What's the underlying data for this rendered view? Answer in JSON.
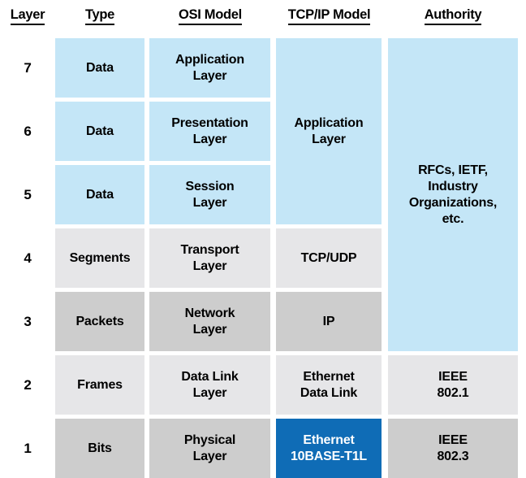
{
  "headers": [
    {
      "key": "layer",
      "label": "Layer"
    },
    {
      "key": "type",
      "label": "Type"
    },
    {
      "key": "osi",
      "label": "OSI Model"
    },
    {
      "key": "tcpip",
      "label": "TCP/IP Model"
    },
    {
      "key": "authority",
      "label": "Authority"
    }
  ],
  "colors": {
    "blue_fill": "#c4e6f7",
    "gray_light": "#e6e6e8",
    "gray_dark": "#cdcdcd",
    "accent_blue": "#0f6cb6",
    "accent_text": "#ffffff",
    "text": "#000000",
    "background": "#ffffff"
  },
  "rows": [
    {
      "layer": "7",
      "type": "Data",
      "osi_line1": "Application",
      "osi_line2": "Layer"
    },
    {
      "layer": "6",
      "type": "Data",
      "osi_line1": "Presentation",
      "osi_line2": "Layer"
    },
    {
      "layer": "5",
      "type": "Data",
      "osi_line1": "Session",
      "osi_line2": "Layer"
    },
    {
      "layer": "4",
      "type": "Segments",
      "osi_line1": "Transport",
      "osi_line2": "Layer"
    },
    {
      "layer": "3",
      "type": "Packets",
      "osi_line1": "Network",
      "osi_line2": "Layer"
    },
    {
      "layer": "2",
      "type": "Frames",
      "osi_line1": "Data Link",
      "osi_line2": "Layer"
    },
    {
      "layer": "1",
      "type": "Bits",
      "osi_line1": "Physical",
      "osi_line2": "Layer"
    }
  ],
  "tcpip": {
    "application_line1": "Application",
    "application_line2": "Layer",
    "transport": "TCP/UDP",
    "internet": "IP",
    "datalink_line1": "Ethernet",
    "datalink_line2": "Data Link",
    "physical_line1": "Ethernet",
    "physical_line2": "10BASE-T1L"
  },
  "authority": {
    "upper_line1": "RFCs, IETF,",
    "upper_line2": "Industry",
    "upper_line3": "Organizations,",
    "upper_line4": "etc.",
    "layer2_line1": "IEEE",
    "layer2_line2": "802.1",
    "layer1_line1": "IEEE",
    "layer1_line2": "802.3"
  },
  "chart_data": {
    "type": "table",
    "title": "OSI Model vs TCP/IP Model layer comparison",
    "columns": [
      "Layer",
      "Type",
      "OSI Model",
      "TCP/IP Model",
      "Authority"
    ],
    "rows": [
      [
        "7",
        "Data",
        "Application Layer",
        "Application Layer",
        "RFCs, IETF, Industry Organizations, etc."
      ],
      [
        "6",
        "Data",
        "Presentation Layer",
        "Application Layer",
        "RFCs, IETF, Industry Organizations, etc."
      ],
      [
        "5",
        "Data",
        "Session Layer",
        "Application Layer",
        "RFCs, IETF, Industry Organizations, etc."
      ],
      [
        "4",
        "Segments",
        "Transport Layer",
        "TCP/UDP",
        "RFCs, IETF, Industry Organizations, etc."
      ],
      [
        "3",
        "Packets",
        "Network Layer",
        "IP",
        "RFCs, IETF, Industry Organizations, etc."
      ],
      [
        "2",
        "Frames",
        "Data Link Layer",
        "Ethernet Data Link",
        "IEEE 802.1"
      ],
      [
        "1",
        "Bits",
        "Physical Layer",
        "Ethernet 10BASE-T1L",
        "IEEE 802.3"
      ]
    ],
    "merged_cells": [
      {
        "column": "TCP/IP Model",
        "spans_layers": [
          "7",
          "6",
          "5"
        ],
        "value": "Application Layer"
      },
      {
        "column": "Authority",
        "spans_layers": [
          "7",
          "6",
          "5",
          "4",
          "3"
        ],
        "value": "RFCs, IETF, Industry Organizations, etc."
      }
    ],
    "highlighted_cell": {
      "layer": "1",
      "column": "TCP/IP Model",
      "value": "Ethernet 10BASE-T1L"
    }
  }
}
